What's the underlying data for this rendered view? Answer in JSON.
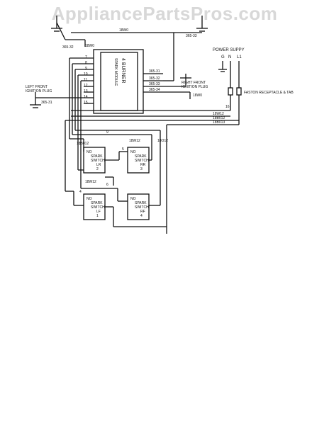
{
  "watermark": "AppliancePartsPros.com",
  "power_supply": {
    "title": "POWER SUPPY",
    "terminals": [
      "G",
      "N",
      "L1"
    ]
  },
  "faston_label": "FASTON RECEPTACLE & TAB",
  "spark_module": {
    "title": "4 BURNER",
    "subtitle": "SPARK MODULE"
  },
  "ignition_plugs": {
    "left_front": [
      "LEFT FRONT",
      "IGNITION PLUG"
    ],
    "right_front": [
      "RIGHT FRONT",
      "IGNITION PLUG"
    ]
  },
  "wire_refs": [
    "365-31",
    "365-32",
    "365-33",
    "365-34"
  ],
  "gauge_labels": [
    "18W0",
    "18W0",
    "18W12",
    "18B012",
    "18B013",
    "18O12",
    "18W12"
  ],
  "switches": [
    {
      "title": [
        "NO",
        "SPARK",
        "SWITCH"
      ],
      "position": "LR",
      "number": "2"
    },
    {
      "title": [
        "NO",
        "SPARK",
        "SWITCH"
      ],
      "position": "RR",
      "number": "3"
    },
    {
      "title": [
        "NO",
        "SPARK",
        "SWITCH"
      ],
      "position": "LF",
      "number": "1"
    },
    {
      "title": [
        "NO",
        "SPARK",
        "SWITCH"
      ],
      "position": "RF",
      "number": "4"
    }
  ],
  "wire_numbers": [
    "7",
    "8",
    "9",
    "10",
    "11",
    "12",
    "13",
    "14",
    "15",
    "16",
    "3",
    "4",
    "5",
    "6"
  ]
}
